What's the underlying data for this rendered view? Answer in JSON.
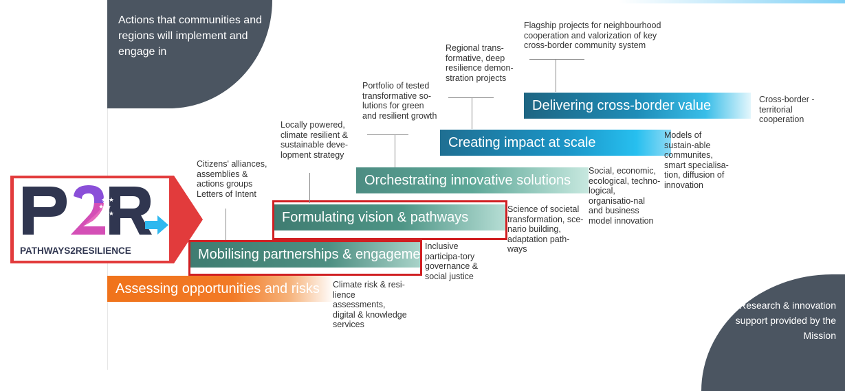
{
  "corner_top_left": "Actions that communities and regions will implement and engage in",
  "corner_bottom_right": "Research & innovation support provided by the Mission",
  "steps": [
    {
      "label": "Assessing opportunities and risks"
    },
    {
      "label": "Mobilising partnerships & engagement"
    },
    {
      "label": "Formulating vision & pathways"
    },
    {
      "label": "Orchestrating innovative solutions"
    },
    {
      "label": "Creating impact at scale"
    },
    {
      "label": "Delivering cross-border value"
    }
  ],
  "actions": [
    "Citizens' alliances, assemblies & actions groups Letters of Intent",
    "Locally powered, climate resilient & sustainable deve-lopment strategy",
    "Portfolio of tested transformative so-lutions for green and resilient growth",
    "Regional trans-formative, deep resilience demon-stration projects",
    "Flagship projects for neighbourhood cooperation and valorization of key cross-border community system",
    "Cross-border - territorial cooperation"
  ],
  "support": [
    "Climate risk & resi-lience assessments, digital & knowledge services",
    "Inclusive participa-tory governance & social justice",
    "Science of societal transformation, sce-nario building, adaptation path-ways",
    "Social, economic, ecological, techno-logical, organisatio-nal and business model innovation",
    "Models of sustain-able communites, smart specialisa-tion, diffusion of innovation"
  ],
  "logo": {
    "mark": "P2R",
    "caption": "PATHWAYS2RESILIENCE"
  },
  "colors": {
    "slate": "#4b5561",
    "orange": "#f0731b",
    "teal": "#3f7c71",
    "blue": "#1b95c7",
    "red": "#d01f22"
  }
}
